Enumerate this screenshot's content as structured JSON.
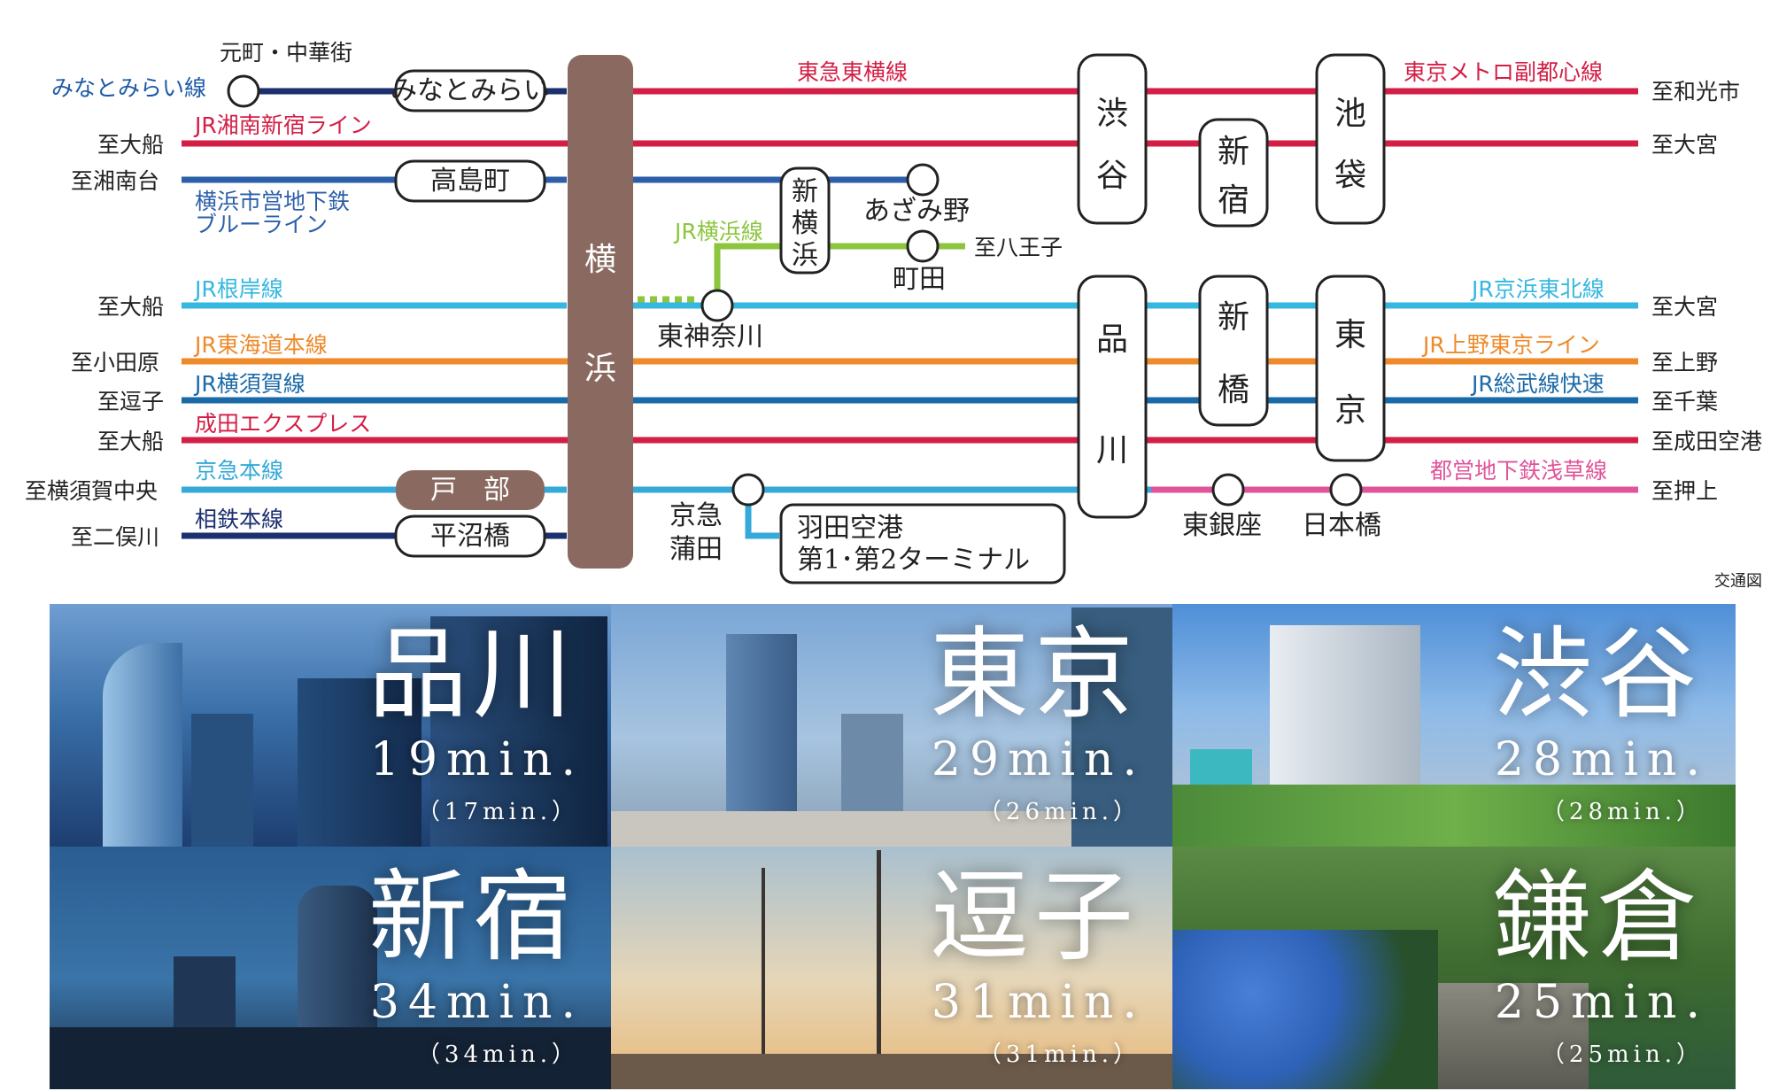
{
  "diagram": {
    "caption": "交通図",
    "hub": {
      "name": "横浜",
      "chars": [
        "横",
        "浜"
      ],
      "color": "#8a6a60"
    },
    "lines": [
      {
        "key": "minatomirai",
        "name": "みなとみらい線",
        "color": "#1c2f6e",
        "dest": "元町・中華街",
        "station": "みなとみらい"
      },
      {
        "key": "toyoko",
        "name": "東急東横線",
        "color": "#d31e45"
      },
      {
        "key": "fukutoshin",
        "name": "東京メトロ副都心線",
        "color": "#d31e45",
        "dest": "至和光市"
      },
      {
        "key": "shonan",
        "name": "JR湘南新宿ライン",
        "color": "#d31e45",
        "from": "至大船",
        "dest": "至大宮"
      },
      {
        "key": "blue",
        "name1": "横浜市営地下鉄",
        "name2": "ブルーライン",
        "color": "#2c5fa8",
        "from": "至湘南台",
        "station": "高島町",
        "end": "あざみ野"
      },
      {
        "key": "yokohama",
        "name": "JR横浜線",
        "color": "#8cc63f",
        "end1": "町田",
        "end2": "至八王子"
      },
      {
        "key": "negishi",
        "name": "JR根岸線",
        "color": "#35b7e0",
        "from": "至大船",
        "station": "東神奈川"
      },
      {
        "key": "keihin",
        "name": "JR京浜東北線",
        "color": "#35b7e0",
        "dest": "至大宮"
      },
      {
        "key": "tokaido",
        "name": "JR東海道本線",
        "color": "#ee8a2a",
        "from": "至小田原"
      },
      {
        "key": "ueno",
        "name": "JR上野東京ライン",
        "color": "#ee8a2a",
        "dest": "至上野"
      },
      {
        "key": "yokosuka",
        "name": "JR横須賀線",
        "color": "#1a6aa8",
        "from": "至逗子"
      },
      {
        "key": "sobu",
        "name": "JR総武線快速",
        "color": "#1a6aa8",
        "dest": "至千葉"
      },
      {
        "key": "nex",
        "name": "成田エクスプレス",
        "color": "#d31e45",
        "from": "至大船",
        "dest": "至成田空港"
      },
      {
        "key": "keikyu",
        "name": "京急本線",
        "color": "#35a9d8",
        "from": "至横須賀中央",
        "station": "戸　部"
      },
      {
        "key": "asakusa",
        "name": "都営地下鉄浅草線",
        "color": "#e0549a",
        "dest": "至押上"
      },
      {
        "key": "sotetsu",
        "name": "相鉄本線",
        "color": "#1c2f6e",
        "from": "至二俣川",
        "station": "平沼橋"
      }
    ],
    "stations": {
      "shibuya": [
        "渋",
        "谷"
      ],
      "shinjuku": [
        "新",
        "宿"
      ],
      "ikebukuro": [
        "池",
        "袋"
      ],
      "shinagawa": [
        "品",
        "川"
      ],
      "shimbashi": [
        "新",
        "橋"
      ],
      "tokyo": [
        "東",
        "京"
      ],
      "shinyokohama": [
        "新",
        "横",
        "浜"
      ],
      "higashiginza": "東銀座",
      "nihombashi": "日本橋",
      "keikyukamata1": "京急",
      "keikyukamata2": "蒲田",
      "haneda1": "羽田空港",
      "haneda2": "第1･第2ターミナル"
    }
  },
  "destinations": [
    {
      "city": "品川",
      "time": "19min.",
      "sub": "（17min.）"
    },
    {
      "city": "東京",
      "time": "29min.",
      "sub": "（26min.）"
    },
    {
      "city": "渋谷",
      "time": "28min.",
      "sub": "（28min.）"
    },
    {
      "city": "新宿",
      "time": "34min.",
      "sub": "（34min.）"
    },
    {
      "city": "逗子",
      "time": "31min.",
      "sub": "（31min.）"
    },
    {
      "city": "鎌倉",
      "time": "25min.",
      "sub": "（25min.）"
    }
  ]
}
